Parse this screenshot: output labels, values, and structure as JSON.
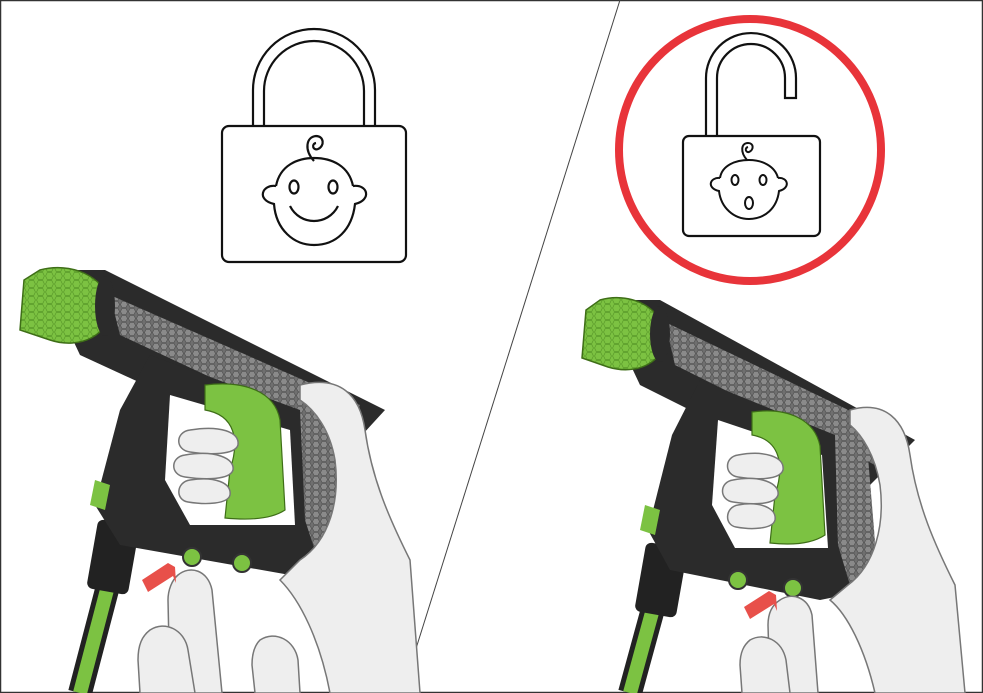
{
  "panels": [
    {
      "id": "locked",
      "lock_state": "locked",
      "face": "smiling",
      "highlighted": false,
      "pressed_button": "left"
    },
    {
      "id": "unlocked",
      "lock_state": "unlocked",
      "face": "surprised",
      "highlighted": true,
      "pressed_button": "right"
    }
  ],
  "colors": {
    "accent_green": "#7cc242",
    "body_dark": "#2b2b2b",
    "highlight_red": "#e8343a",
    "arrow_red": "#e8504a",
    "skin": "#eeeeee",
    "outline": "#222222"
  },
  "icons": [
    "padlock-locked-icon",
    "padlock-unlocked-icon",
    "baby-face-smiling-icon",
    "baby-face-surprised-icon",
    "press-arrow-icon"
  ]
}
